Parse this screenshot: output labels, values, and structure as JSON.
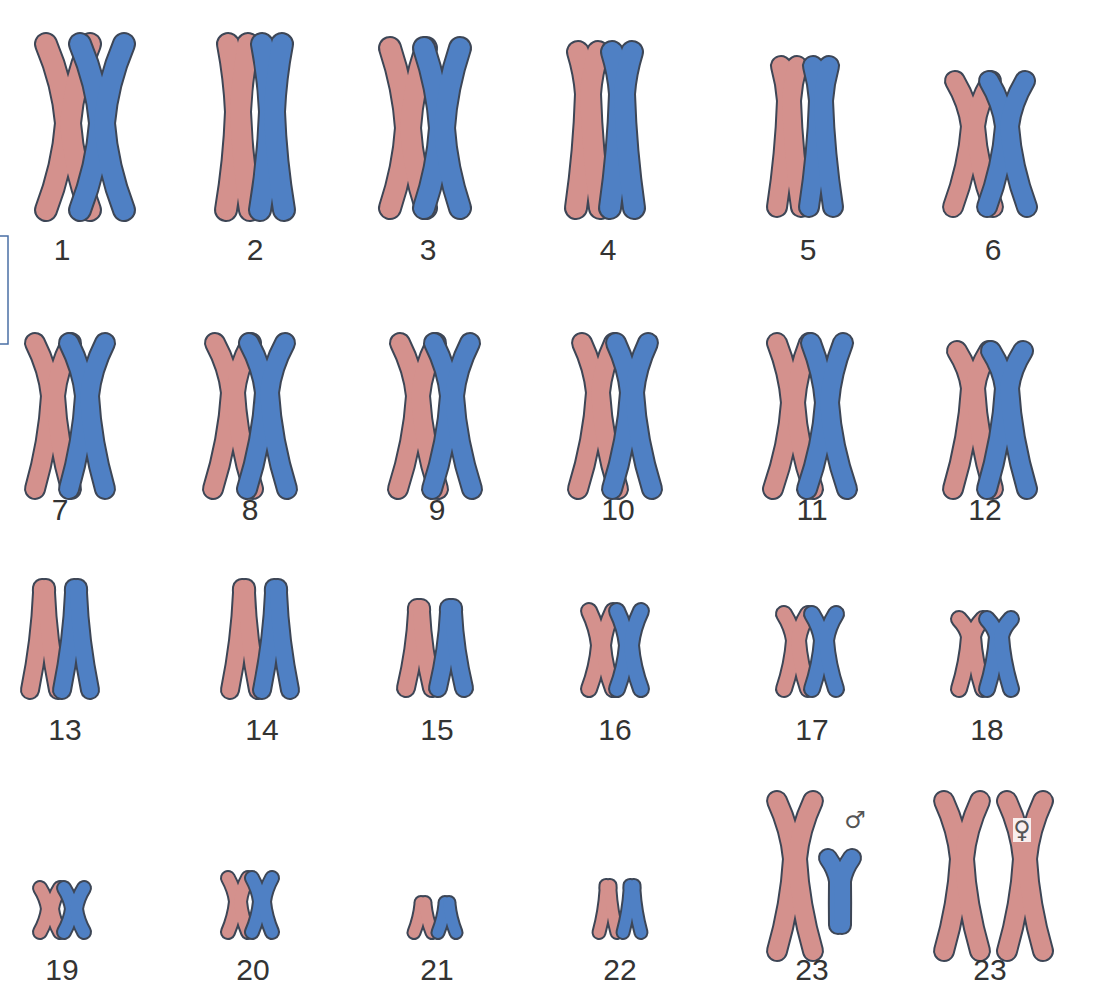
{
  "diagram": {
    "labels": [
      "1",
      "2",
      "3",
      "4",
      "5",
      "6",
      "7",
      "8",
      "9",
      "10",
      "11",
      "12",
      "13",
      "14",
      "15",
      "16",
      "17",
      "18",
      "19",
      "20",
      "21",
      "22",
      "23",
      "♂",
      "23",
      "♀"
    ]
  }
}
